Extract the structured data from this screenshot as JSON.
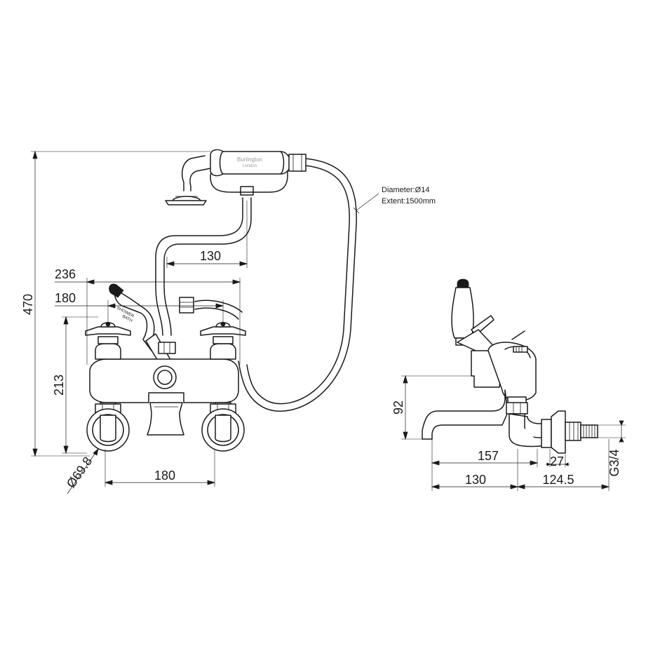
{
  "handset": {
    "brand": "Burlington",
    "sub": "London"
  },
  "lever": {
    "shower": "SHOWER",
    "bath": "BATH"
  },
  "hose": {
    "diameter": "Diameter:Ø14",
    "extent": "Extent:1500mm"
  },
  "front": {
    "height_470": "470",
    "width_236": "236",
    "width_180_top": "180",
    "height_213": "213",
    "offset_130": "130",
    "centres_180": "180",
    "wall_diameter": "Ø69.8"
  },
  "side": {
    "height_92": "92",
    "reach_157": "157",
    "reach_130": "130",
    "depth_124_5": "124.5",
    "nut_27": "27",
    "thread": "G3/4"
  }
}
